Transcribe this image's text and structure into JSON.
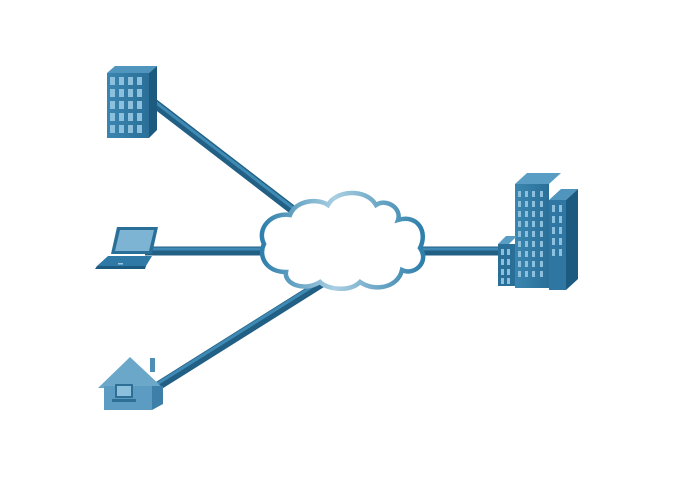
{
  "diagram": {
    "type": "network-topology",
    "nodes": [
      {
        "id": "branch-office",
        "icon": "office-building-icon"
      },
      {
        "id": "mobile-user",
        "icon": "laptop-icon"
      },
      {
        "id": "home-office",
        "icon": "home-icon"
      },
      {
        "id": "internet",
        "icon": "cloud-icon"
      },
      {
        "id": "headquarters",
        "icon": "headquarters-buildings-icon"
      }
    ],
    "links": [
      [
        "branch-office",
        "internet"
      ],
      [
        "mobile-user",
        "internet"
      ],
      [
        "home-office",
        "internet"
      ],
      [
        "internet",
        "headquarters"
      ]
    ],
    "colors": {
      "link": "#2a6f96",
      "link_highlight": "#4a8fb5",
      "device_dark": "#1f5f85",
      "device": "#2e79a5",
      "device_light": "#5c9fc4",
      "cloud_stroke": "#3f87b2"
    }
  }
}
